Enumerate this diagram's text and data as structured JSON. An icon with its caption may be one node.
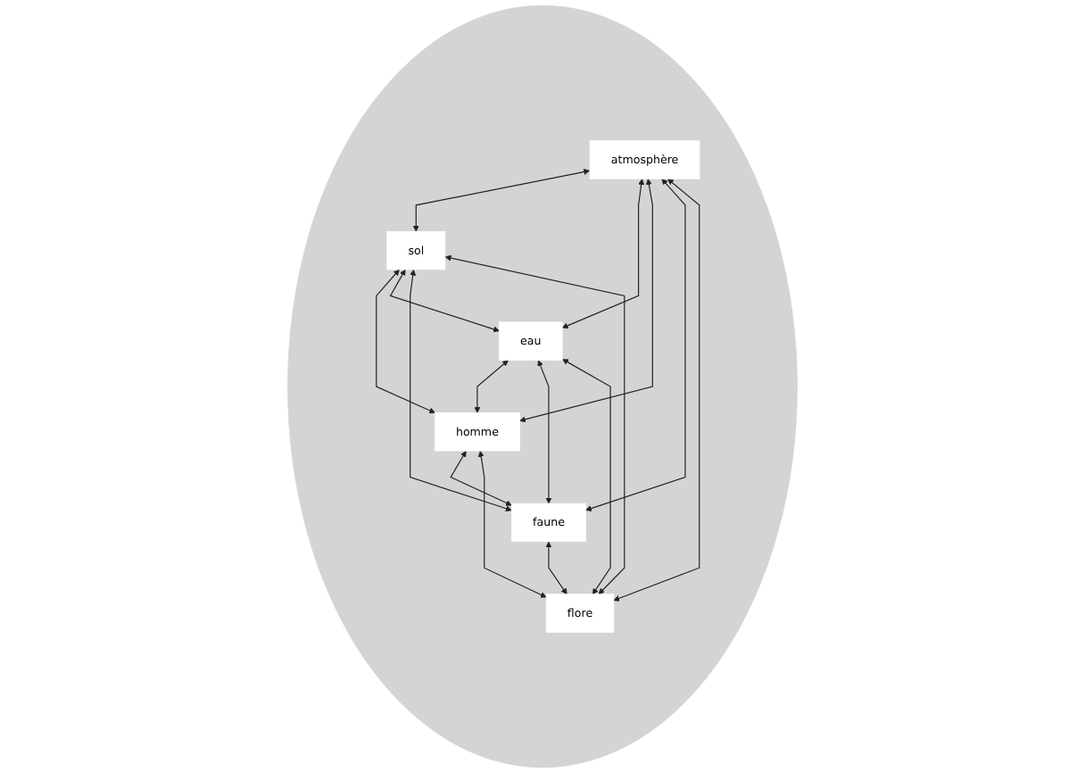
{
  "diagram": {
    "nodes": [
      {
        "text": [],
        "shape": "ellipse"
      },
      {
        "text": [
          "atmosphère"
        ],
        "in": 0
      },
      {
        "text": [
          "sol"
        ],
        "in": 0
      },
      {
        "text": [
          "eau"
        ],
        "in": 0
      },
      {
        "text": [
          "homme"
        ],
        "in": 0
      },
      {
        "text": [
          "faune"
        ],
        "in": 0
      },
      {
        "text": [
          "flore"
        ],
        "in": 0
      }
    ],
    "edges": [
      {
        "from": 1,
        "to": 2,
        "arrow": "both"
      },
      {
        "from": 1,
        "to": 3,
        "arrow": "both"
      },
      {
        "from": 1,
        "to": 4,
        "arrow": "both"
      },
      {
        "from": 1,
        "to": 5,
        "arrow": "both"
      },
      {
        "from": 1,
        "to": 6,
        "arrow": "both"
      },
      {
        "from": 2,
        "to": 4,
        "arrow": "both"
      },
      {
        "from": 2,
        "to": 3,
        "arrow": "both"
      },
      {
        "from": 3,
        "to": 4,
        "arrow": "both"
      },
      {
        "from": 2,
        "to": 5,
        "arrow": "both"
      },
      {
        "from": 2,
        "to": 6,
        "arrow": "both"
      },
      {
        "from": 3,
        "to": 5,
        "arrow": "both"
      },
      {
        "from": 3,
        "to": 6,
        "arrow": "both"
      },
      {
        "from": 4,
        "to": 5,
        "arrow": "both"
      },
      {
        "from": 4,
        "to": 6,
        "arrow": "both"
      },
      {
        "from": 5,
        "to": 6,
        "arrow": "both"
      }
    ]
  }
}
